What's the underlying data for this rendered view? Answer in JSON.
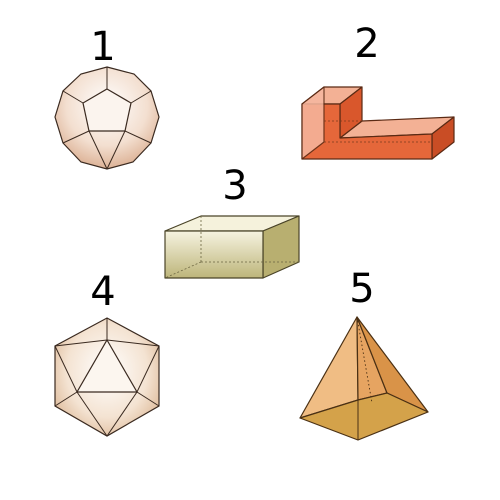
{
  "shapes": [
    {
      "label": "1",
      "shape": "dodecahedron",
      "color": "#e8c4a8"
    },
    {
      "label": "2",
      "shape": "l-shaped-prism",
      "color": "#e06a3e"
    },
    {
      "label": "3",
      "shape": "rectangular-prism",
      "color": "#d6d09e"
    },
    {
      "label": "4",
      "shape": "icosahedron",
      "color": "#e8c9a8"
    },
    {
      "label": "5",
      "shape": "non-convex-pyramid",
      "color": "#e0a05a"
    }
  ]
}
